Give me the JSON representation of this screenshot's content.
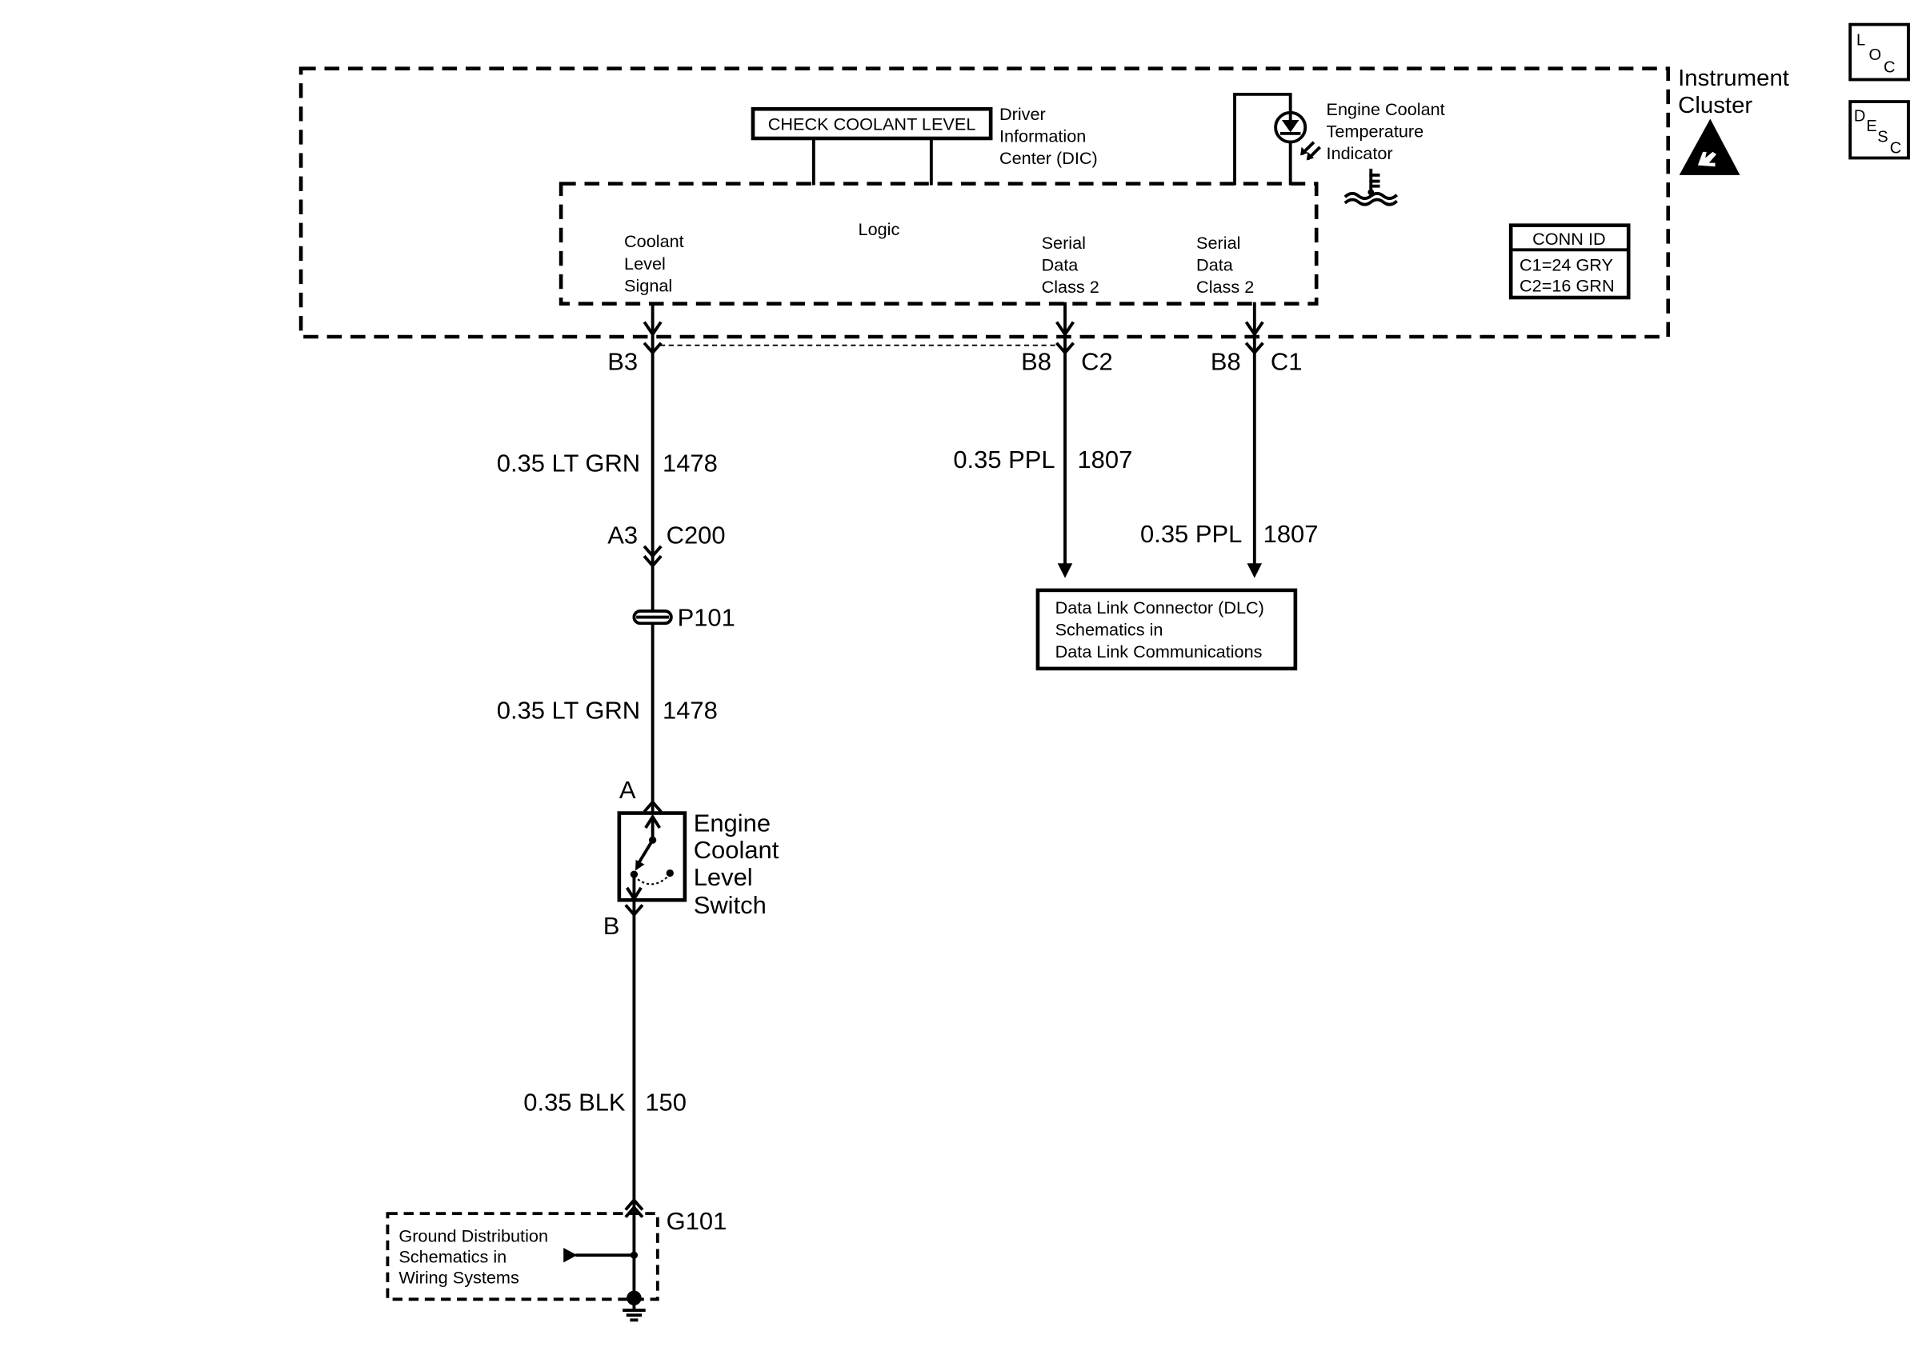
{
  "colors": {
    "line": "#000000",
    "background": "#ffffff"
  },
  "icons": {
    "location": "loc-icon",
    "description": "desc-icon",
    "esd": "esd-sensitive-icon",
    "lamp": "led-lamp-icon",
    "coolant_temperature": "coolant-temperature-icon",
    "splice": "splice-icon",
    "ground": "ground-icon"
  },
  "corner_icons": {
    "loc": [
      "L",
      "O",
      "C"
    ],
    "desc": [
      "D",
      "E",
      "S",
      "C"
    ]
  },
  "instrument_cluster": {
    "name": [
      "Instrument",
      "Cluster"
    ],
    "dic_message": "CHECK COOLANT LEVEL",
    "dic_name": [
      "Driver",
      "Information",
      "Center (DIC)"
    ],
    "indicator_name": [
      "Engine Coolant",
      "Temperature",
      "Indicator"
    ],
    "logic": "Logic",
    "inputs": {
      "coolant_level_signal": [
        "Coolant",
        "Level",
        "Signal"
      ],
      "serial_data_c2": [
        "Serial",
        "Data",
        "Class 2"
      ],
      "serial_data_c1": [
        "Serial",
        "Data",
        "Class 2"
      ]
    },
    "conn_id": {
      "title": "CONN ID",
      "rows": [
        "C1=24 GRY",
        "C2=16 GRN"
      ]
    }
  },
  "circuits": {
    "coolant_level": {
      "cluster_pin": "B3",
      "wire_upper": "0.35 LT GRN",
      "circuit_upper": "1478",
      "inline_pin": "A3",
      "inline_connector": "C200",
      "pass_through": "P101",
      "wire_lower": "0.35 LT GRN",
      "circuit_lower": "1478"
    },
    "serial_c2": {
      "pin": "B8",
      "connector": "C2",
      "wire": "0.35 PPL",
      "circuit": "1807"
    },
    "serial_c1": {
      "pin": "B8",
      "connector": "C1",
      "wire": "0.35 PPL",
      "circuit": "1807"
    },
    "ground": {
      "wire": "0.35 BLK",
      "circuit": "150",
      "ground_id": "G101"
    }
  },
  "switch": {
    "pin_top": "A",
    "pin_bottom": "B",
    "name": [
      "Engine",
      "Coolant",
      "Level",
      "Switch"
    ]
  },
  "references": {
    "dlc": [
      "Data Link Connector (DLC)",
      "Schematics in",
      "Data Link Communications"
    ],
    "ground_distribution": [
      "Ground Distribution",
      "Schematics in",
      "Wiring Systems"
    ]
  }
}
